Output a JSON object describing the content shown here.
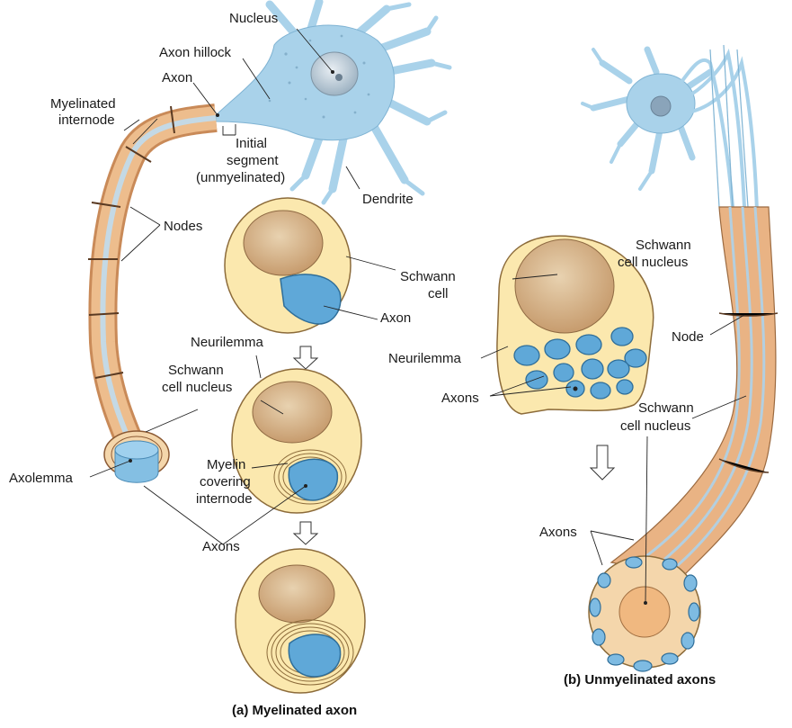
{
  "labels": {
    "nucleus": "Nucleus",
    "axon_hillock": "Axon hillock",
    "axon": "Axon",
    "myelinated_internode_1": "Myelinated",
    "myelinated_internode_2": "internode",
    "initial_segment_1": "Initial",
    "initial_segment_2": "segment",
    "initial_segment_3": "(unmyelinated)",
    "dendrite": "Dendrite",
    "nodes": "Nodes",
    "schwann_cell_1": "Schwann",
    "schwann_cell_2": "cell",
    "axon_cross": "Axon",
    "neurilemma_a": "Neurilemma",
    "schwann_nucleus_a_1": "Schwann",
    "schwann_nucleus_a_2": "cell nucleus",
    "axolemma": "Axolemma",
    "myelin_1": "Myelin",
    "myelin_2": "covering",
    "myelin_3": "internode",
    "axons_a": "Axons",
    "schwann_nucleus_b_1": "Schwann",
    "schwann_nucleus_b_2": "cell nucleus",
    "neurilemma_b": "Neurilemma",
    "axons_b_mid": "Axons",
    "node_b": "Node",
    "schwann_nucleus_b2_1": "Schwann",
    "schwann_nucleus_b2_2": "cell nucleus",
    "axons_b_bottom": "Axons"
  },
  "captions": {
    "a": "(a) Myelinated axon",
    "b": "(b) Unmyelinated axons"
  },
  "colors": {
    "neuron_blue": "#a9d2ea",
    "axon_blue": "#5fa8d8",
    "schwann_yellow": "#fbe8ae",
    "sheath_tan": "#e9b384",
    "nucleus_tan": "#d7b48a"
  }
}
